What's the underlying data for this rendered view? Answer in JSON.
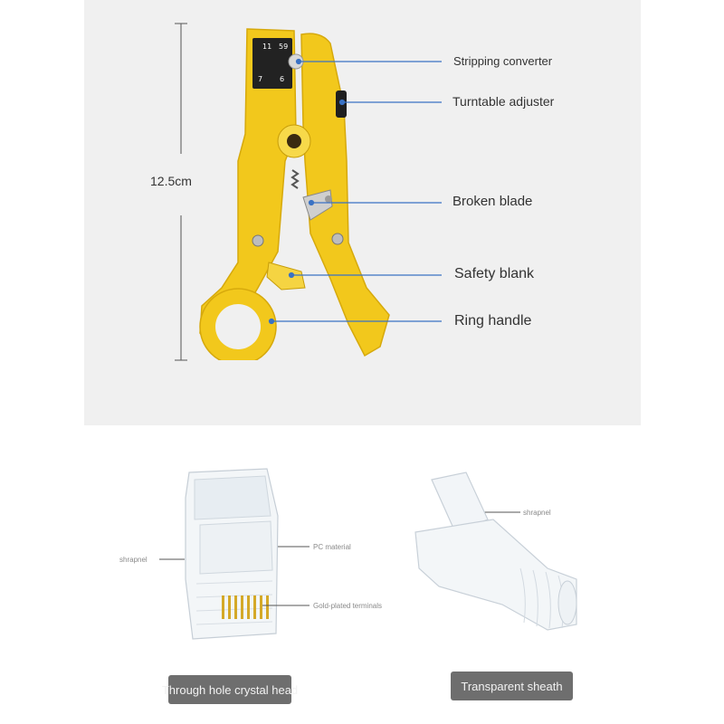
{
  "tool": {
    "dimension": "12.5cm",
    "dial_numbers": [
      "11",
      "59",
      "7",
      "6"
    ],
    "callouts": {
      "stripping_converter": "Stripping converter",
      "turntable_adjuster": "Turntable adjuster",
      "broken_blade": "Broken blade",
      "safety_blank": "Safety blank",
      "ring_handle": "Ring handle"
    }
  },
  "connector": {
    "labels": {
      "shrapnel": "shrapnel",
      "pc_material": "PC material",
      "gold_terminals": "Gold-plated terminals"
    },
    "caption": "Through hole crystal head"
  },
  "sheath": {
    "labels": {
      "shrapnel": "shrapnel"
    },
    "caption": "Transparent sheath"
  },
  "colors": {
    "tool_yellow": "#f2c81c",
    "callout_blue": "#3a72c4",
    "caption_bg": "#6e6e6e"
  }
}
